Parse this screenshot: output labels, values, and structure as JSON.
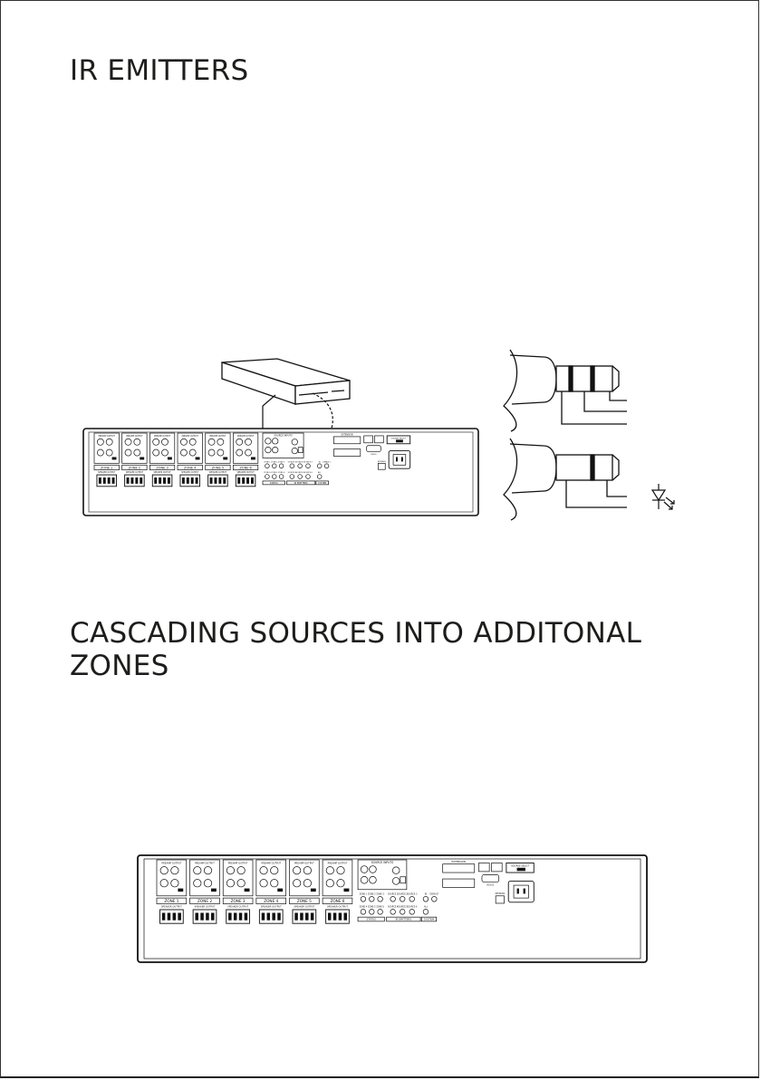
{
  "sections": [
    {
      "title": "IR EMITTERS"
    },
    {
      "title": "CASCADING SOURCES INTO ADDITONAL ZONES"
    }
  ],
  "panel": {
    "zones": [
      "ZONE 1",
      "ZONE 2",
      "ZONE 3",
      "ZONE 4",
      "ZONE 5",
      "ZONE 6"
    ],
    "preamp_output": "PREAMP OUTPUT",
    "speaker_output": "SPEAKER OUTPUT",
    "source_inputs": "SOURCE INPUTS",
    "extension": "EXTENSION",
    "voltage_select": "VOLTAGE SELECT",
    "status": "STATUS",
    "ir_emitters": "IR EMITTERS",
    "system": "SYSTEM",
    "rs232": "RS232",
    "keypads": "KEYPADS",
    "in_label": "IN",
    "default_label": "DEFAULT",
    "all_label": "ALL",
    "status_zones": [
      "ZONE 1",
      "ZONE 2",
      "ZONE 3",
      "ZONE 4",
      "ZONE 5",
      "ZONE 6"
    ],
    "emitter_sources": [
      "SOURCE 1",
      "SOURCE 2",
      "SOURCE 3",
      "SOURCE 4",
      "SOURCE 5",
      "SOURCE 6"
    ]
  },
  "icons": {
    "source_device": "set-top-box-icon",
    "stereo_plug": "stereo-jack-plug-icon",
    "mono_plug": "mono-jack-plug-icon",
    "ir_led": "ir-led-symbol-icon"
  }
}
